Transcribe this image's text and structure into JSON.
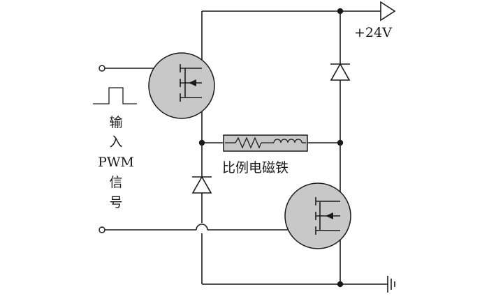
{
  "colors": {
    "wire": "#1a1a1a",
    "transistor_fill": "#c8c8c8",
    "coil_fill": "#c8c8c8",
    "background": "#ffffff"
  },
  "labels": {
    "supply": "+24V",
    "coil": "比例电磁铁",
    "input_line1": "输",
    "input_line2": "入",
    "input_line3": "PWM",
    "input_line4": "信",
    "input_line5": "号"
  },
  "icons": {
    "supply_symbol": "arrow-triangle-icon",
    "ground_symbol": "ground-icon",
    "pulse_symbol": "square-pulse-icon"
  }
}
